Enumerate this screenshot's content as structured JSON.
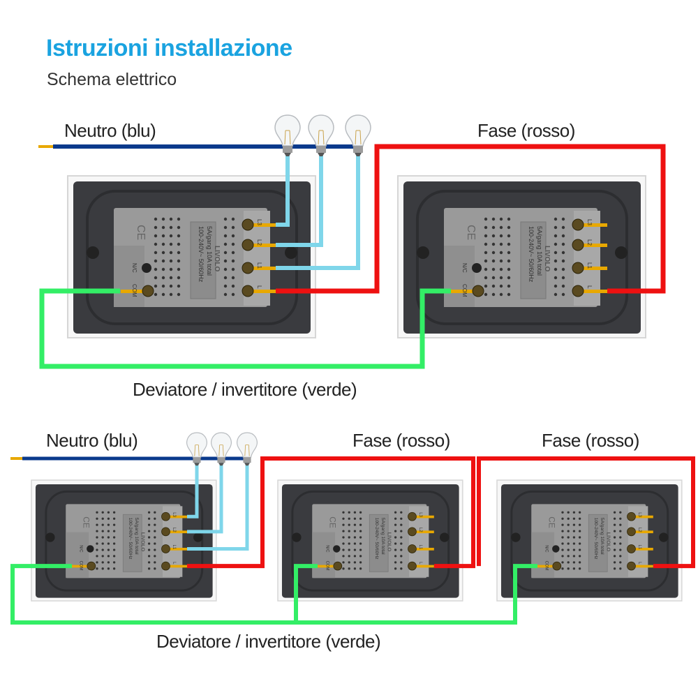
{
  "header": {
    "title": "Istruzioni installazione",
    "subtitle": "Schema elettrico"
  },
  "diagram_top": {
    "neutral_label": "Neutro (blu)",
    "phase_label": "Fase (rosso)",
    "traveler_label": "Deviatore / invertitore (verde)",
    "bulbs": 3,
    "switches": 2
  },
  "diagram_bottom": {
    "neutral_label": "Neutro (blu)",
    "phase_label_1": "Fase (rosso)",
    "phase_label_2": "Fase (rosso)",
    "traveler_label": "Deviatore / invertitore (verde)",
    "bulbs": 3,
    "switches": 3
  },
  "switch_module": {
    "terminals": [
      "L3",
      "L2",
      "L1",
      "L"
    ],
    "left_terminals": [
      "N/C",
      "COM"
    ],
    "rating_line_1": "100-240V~   50/60Hz",
    "rating_line_2": "5A/gang  10A total",
    "brand": "LIVOLO",
    "cert": "CE"
  },
  "colors": {
    "neutral": "#0a3a8c",
    "phase": "#ee1111",
    "traveler": "#33ee66",
    "lamp_wire": "#7fd6ea",
    "title": "#1aa3e0",
    "plate": "#3a3b3f",
    "module": "#9a9a9a"
  }
}
